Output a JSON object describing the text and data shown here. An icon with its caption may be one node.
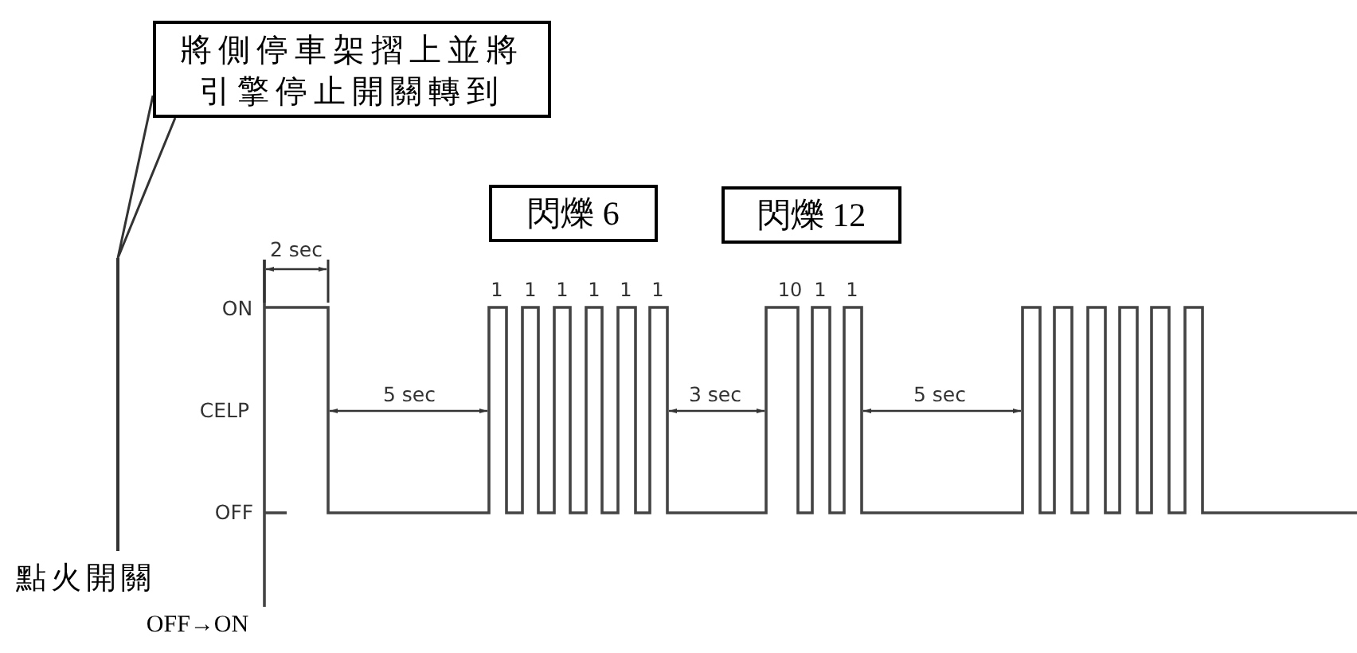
{
  "diagram": {
    "nodes": [
      {
        "text": [
          "將側停車架摺上並將引擎停止開關轉到"
        ]
      },
      {
        "text": [
          "點火開關"
        ]
      },
      {
        "text": [
          "閃爍 6"
        ]
      },
      {
        "text": [
          "閃爍 12"
        ]
      }
    ],
    "edges": [
      {
        "from": 0,
        "to": 1,
        "arrow": "none"
      }
    ],
    "labels": [
      "2 sec",
      "1",
      "1",
      "1",
      "1",
      "1",
      "1",
      "10",
      "1",
      "1",
      "ON",
      "5 sec",
      "CELP",
      "3 sec",
      "5 sec",
      "OFF",
      "OFF→ON"
    ]
  }
}
